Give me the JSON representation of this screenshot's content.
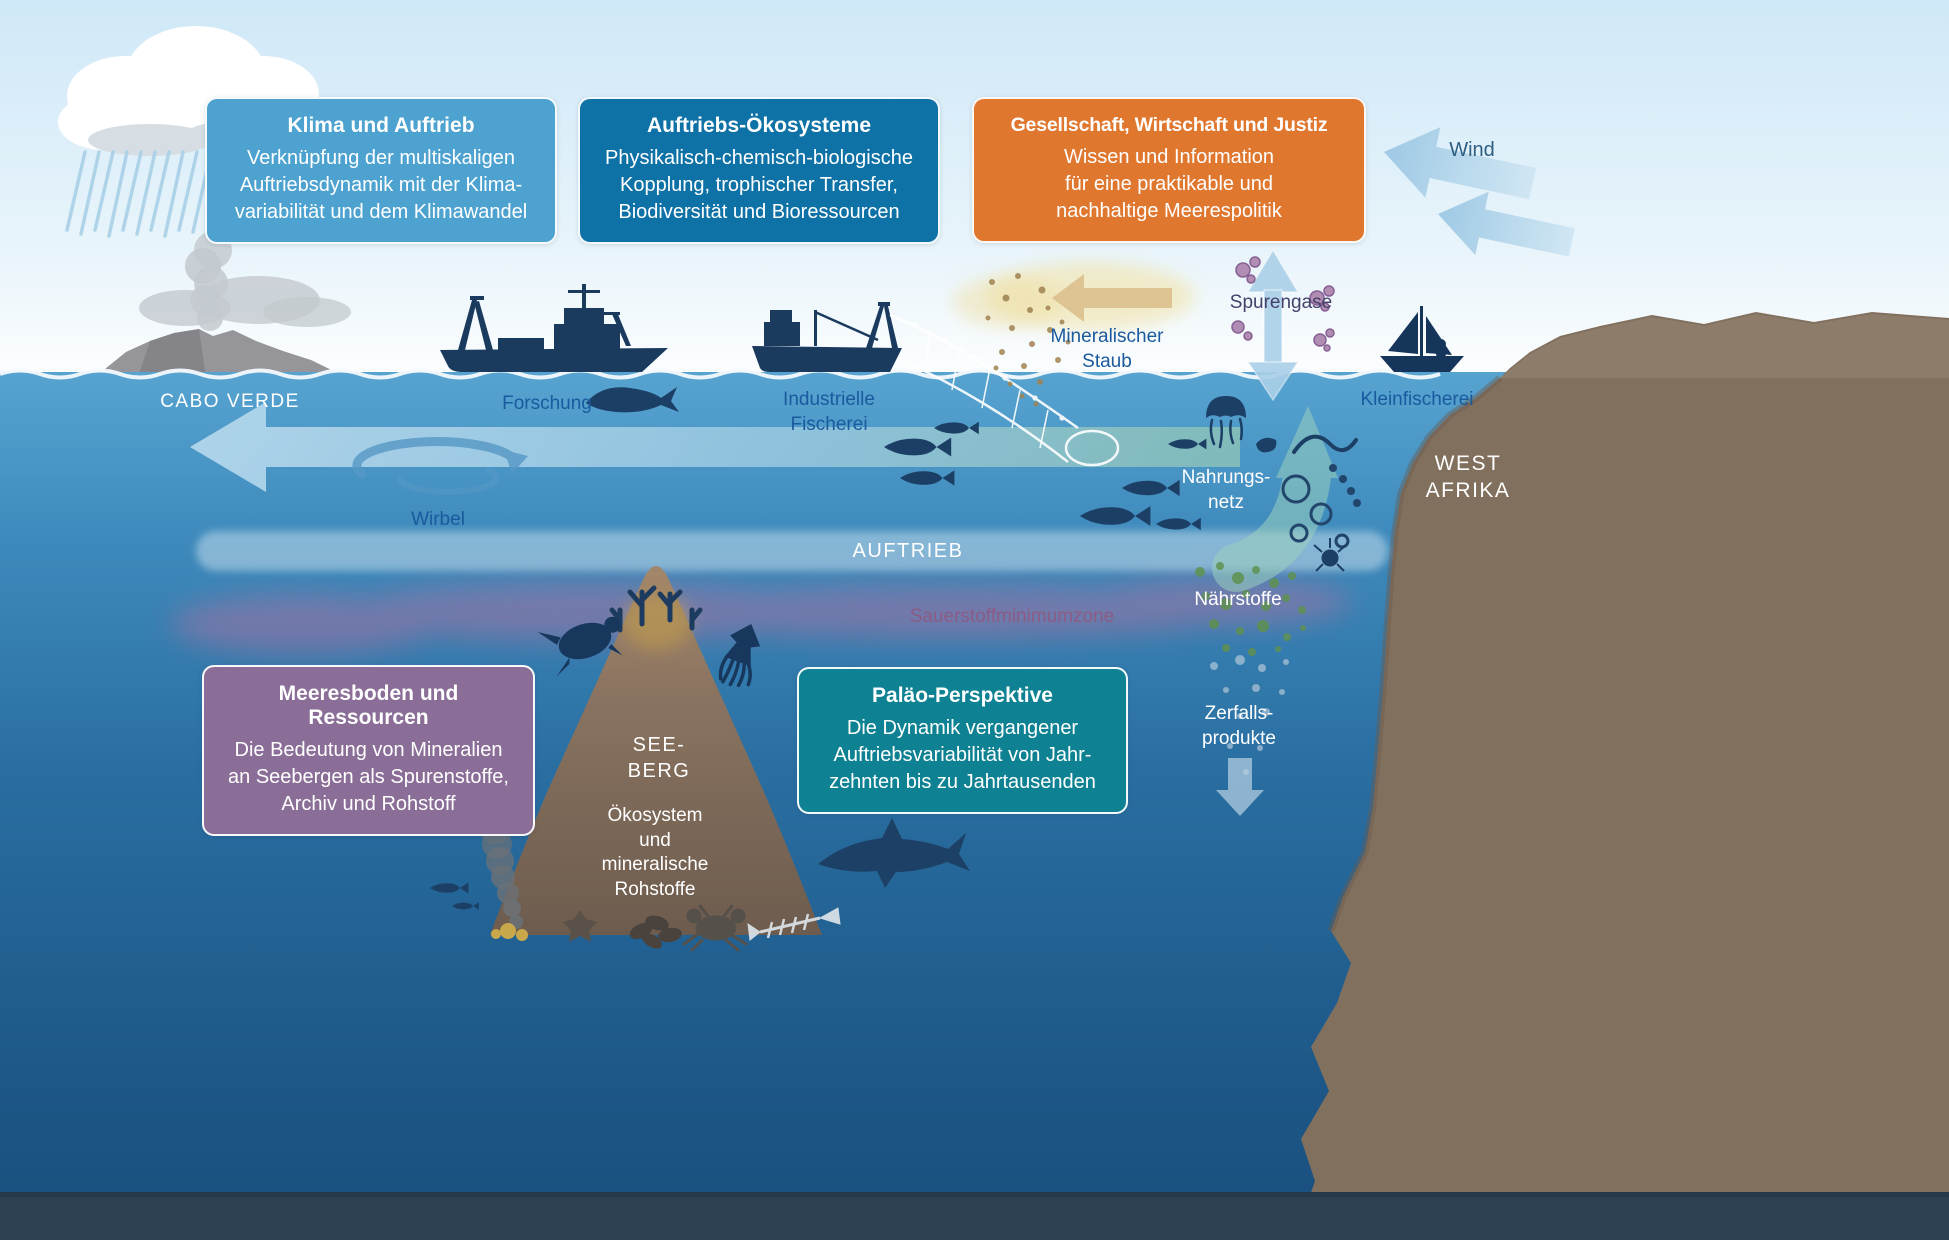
{
  "meta": {
    "type": "science-infographic",
    "language": "de",
    "topic": "Auftrieb / Upwelling vor Westafrika"
  },
  "palette": {
    "box_klima": "#4DA2D0",
    "box_oekosysteme": "#0F72A6",
    "box_gesellschaft": "#E0772E",
    "box_meeresboden": "#8A6E97",
    "box_palaeo": "#0E8292",
    "ocean_surface": "#57A3D0",
    "ocean_deep": "#194E7C",
    "land_brown": "#82705E",
    "label_blue": "#1A5A9E",
    "omz_pink": "#CE6E9D",
    "nutrient_green": "#5F9150",
    "dust_yellow": "#F2E3A8"
  },
  "theme_boxes": [
    {
      "id": "klima",
      "title": "Klima und Auftrieb",
      "body": "Verknüpfung der multiskaligen\nAuftriebsdynamik mit der Klima-\nvariabilität und dem Klimawandel"
    },
    {
      "id": "oekosysteme",
      "title": "Auftriebs-Ökosysteme",
      "body": "Physikalisch-chemisch-biologische\nKopplung, trophischer Transfer,\nBiodiversität und Bioressourcen"
    },
    {
      "id": "gesellschaft",
      "title": "Gesellschaft, Wirtschaft und Justiz",
      "body": "Wissen und Information\nfür eine praktikable und\nnachhaltige Meerespolitik"
    },
    {
      "id": "meeresboden",
      "title": "Meeresboden und Ressourcen",
      "body": "Die Bedeutung von Mineralien\nan Seebergen als Spurenstoffe,\nArchiv und Rohstoff"
    },
    {
      "id": "palaeo",
      "title": "Paläo-Perspektive",
      "body": "Die Dynamik vergangener\nAuftriebsvariabilität von Jahr-\nzehnten bis zu Jahrtausenden"
    }
  ],
  "labels": {
    "wind": "Wind",
    "cabo_verde": "CABO VERDE",
    "forschung": "Forschung",
    "industrielle_fischerei": "Industrielle\nFischerei",
    "mineralischer_staub": "Mineralischer\nStaub",
    "spurengase": "Spurengase",
    "kleinfischerei": "Kleinfischerei",
    "west_afrika": "WEST\nAFRIKA",
    "wirbel": "Wirbel",
    "auftrieb": "AUFTRIEB",
    "nahrungsnetz": "Nahrungs-\nnetz",
    "sauerstoffminimumzone": "Sauerstoffminimumzone",
    "naehrstoffe": "Nährstoffe",
    "seeberg": "SEE-\nBERG",
    "oekosystem_seeberg": "Ökosystem\nund\nmineralische\nRohstoffe",
    "zerfallsprodukte": "Zerfalls-\nprodukte"
  }
}
